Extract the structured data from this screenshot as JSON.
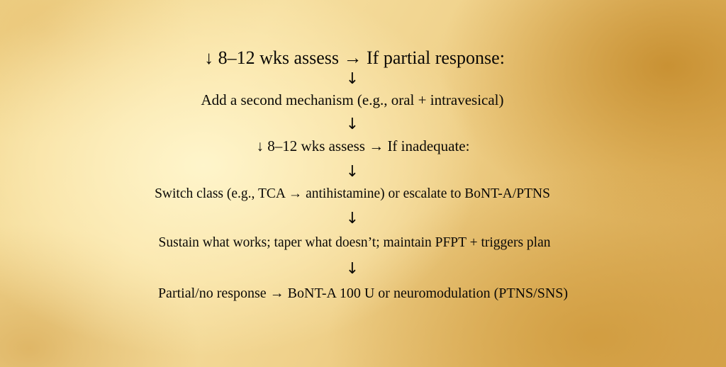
{
  "flowchart": {
    "steps": [
      "↓ 8–12 wks assess → If partial response:",
      "Add a second mechanism (e.g., oral + intravesical)",
      "↓ 8–12 wks assess → If inadequate:",
      "Switch class (e.g., TCA → antihistamine) or escalate to BoNT-A/PTNS",
      "Sustain what works; taper what doesn’t; maintain PFPT + triggers plan",
      "Partial/no response → BoNT-A 100 U or neuromodulation (PTNS/SNS)"
    ],
    "connector": "↓"
  },
  "colors": {
    "text": "#0b0906",
    "gold_light": "#f6dfa0",
    "gold_dark": "#c48a2a"
  }
}
